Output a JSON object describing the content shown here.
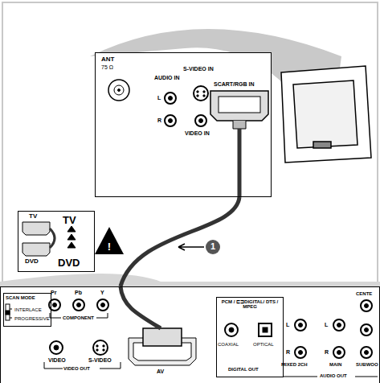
{
  "diagram": {
    "nodes": [
      {
        "text": [
          "ANT",
          "75 Ω",
          "AUDIO IN",
          "L",
          "R",
          "S-VIDEO IN",
          "VIDEO IN",
          "SCART/RGB IN"
        ]
      },
      {
        "text": [
          "TV",
          "DVD",
          "TV",
          "DVD"
        ]
      },
      {
        "text": [
          "Pr",
          "Pb",
          "Y",
          "COMPONENT",
          "VIDEO",
          "S-VIDEO",
          "VIDEO OUT",
          "AV",
          "L",
          "R",
          "MIXED 2CH",
          "L",
          "R",
          "MAIN",
          "CENTE",
          "SUBWOO",
          "AUDIO OUT"
        ]
      },
      {
        "text": [
          "SCAN MODE",
          "INTERLACE",
          "PROGRESSIVE"
        ],
        "in": 2
      },
      {
        "text": [
          "PCM / ⊏⊐DIGITAL/ DTS / MPEG",
          "COAXIAL",
          "OPTICAL",
          "DIGITAL OUT"
        ],
        "in": 2
      }
    ],
    "edges": [
      {
        "from": 0,
        "to": 2,
        "arrow": "none"
      }
    ],
    "labels": [
      "!",
      "1"
    ]
  }
}
